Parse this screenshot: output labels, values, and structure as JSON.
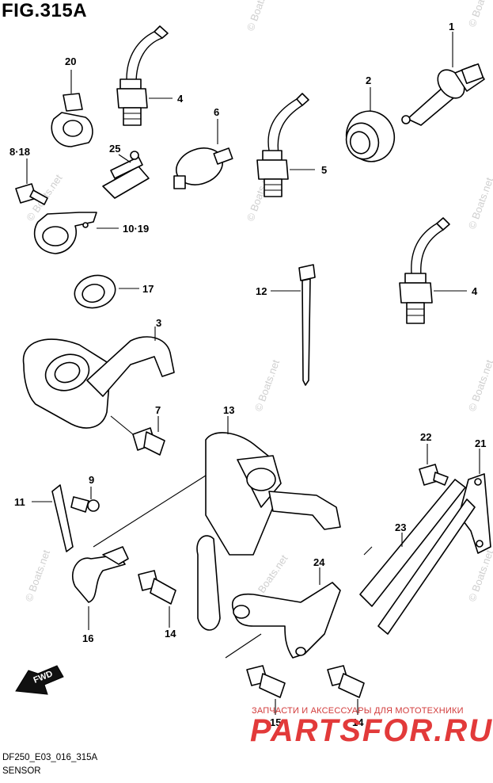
{
  "figure": {
    "title": "FIG.315A",
    "code": "DF250_E03_016_315A",
    "name": "SENSOR"
  },
  "watermark": {
    "repeat_text": "© Boats.net",
    "logo_caption": "ЗАПЧАСТИ И АКСЕССУАРЫ ДЛЯ МОТОТЕХНИКИ",
    "logo_text": "PARTSFOR.RU",
    "logo_color": "#e23a3a"
  },
  "callouts": [
    {
      "id": "1",
      "label": "1"
    },
    {
      "id": "2",
      "label": "2"
    },
    {
      "id": "3",
      "label": "3"
    },
    {
      "id": "4a",
      "label": "4"
    },
    {
      "id": "4b",
      "label": "4"
    },
    {
      "id": "5",
      "label": "5"
    },
    {
      "id": "6",
      "label": "6"
    },
    {
      "id": "7",
      "label": "7"
    },
    {
      "id": "8_18",
      "label": "8·18"
    },
    {
      "id": "9",
      "label": "9"
    },
    {
      "id": "10_19",
      "label": "10·19"
    },
    {
      "id": "11",
      "label": "11"
    },
    {
      "id": "12",
      "label": "12"
    },
    {
      "id": "13",
      "label": "13"
    },
    {
      "id": "14a",
      "label": "14"
    },
    {
      "id": "14b",
      "label": "14"
    },
    {
      "id": "15",
      "label": "15"
    },
    {
      "id": "16",
      "label": "16"
    },
    {
      "id": "17",
      "label": "17"
    },
    {
      "id": "20",
      "label": "20"
    },
    {
      "id": "21",
      "label": "21"
    },
    {
      "id": "22",
      "label": "22"
    },
    {
      "id": "23",
      "label": "23"
    },
    {
      "id": "24",
      "label": "24"
    },
    {
      "id": "25",
      "label": "25"
    }
  ],
  "fwd_arrow": {
    "label": "FWD",
    "icon": "fwd-arrow-icon"
  }
}
